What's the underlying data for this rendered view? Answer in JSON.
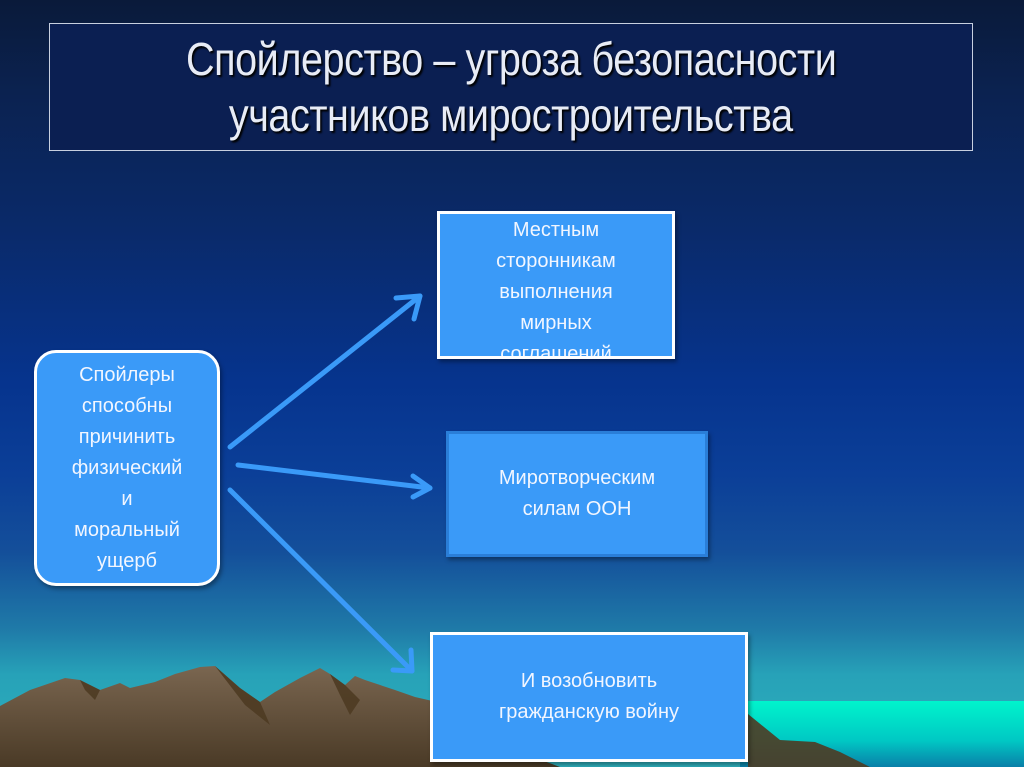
{
  "slide": {
    "title": {
      "line1": "Спойлерство – угроза безопасности",
      "line2": "участников миростроительства"
    },
    "source_box": {
      "lines": [
        "Спойлеры",
        "способны",
        "причинить",
        "физический",
        "и",
        "моральный",
        "ущерб"
      ]
    },
    "target_boxes": [
      {
        "lines": [
          "Местным",
          "сторонникам",
          "выполнения",
          "мирных",
          "соглашений"
        ]
      },
      {
        "lines": [
          "Миротворческим",
          "силам ООН"
        ]
      },
      {
        "lines": [
          "И возобновить",
          "гражданскую войну"
        ]
      }
    ],
    "arrows": [
      {
        "from": "source_box",
        "to": "target_boxes.0",
        "icon": "arrow-up-right-icon"
      },
      {
        "from": "source_box",
        "to": "target_boxes.1",
        "icon": "arrow-right-icon"
      },
      {
        "from": "source_box",
        "to": "target_boxes.2",
        "icon": "arrow-down-right-icon"
      }
    ],
    "colors": {
      "box_fill": "#3a9af8",
      "arrow": "#3a9af8",
      "title_bg": "#0b1f52",
      "mountain": "#6e5a44",
      "sea": "#00f0c8"
    }
  }
}
